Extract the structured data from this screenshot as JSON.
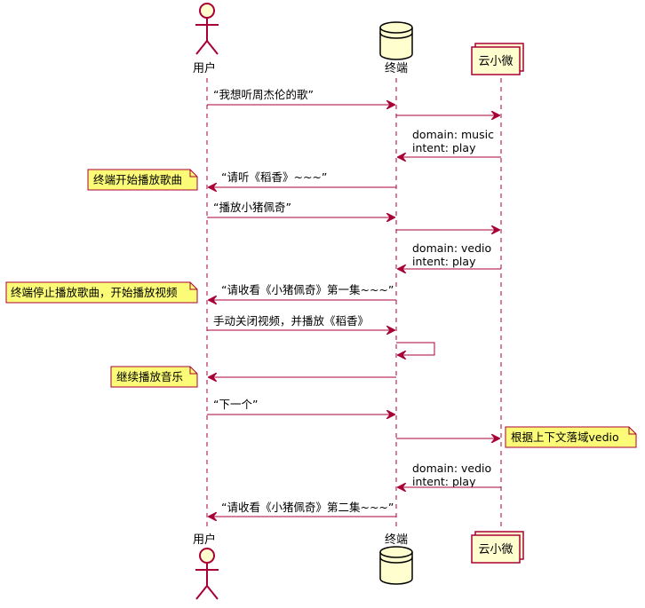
{
  "participants": {
    "user": {
      "label": "用户",
      "kind": "actor"
    },
    "terminal": {
      "label": "终端",
      "kind": "database"
    },
    "cloud": {
      "label": "云小微",
      "kind": "collections"
    }
  },
  "colors": {
    "participant_fill": "#FEFECE",
    "participant_border": "#A80036",
    "arrow": "#A80036",
    "note_fill": "#FBFB77",
    "note_border": "#A80036"
  },
  "messages": [
    {
      "text": "“我想听周杰伦的歌”"
    },
    {
      "text": ""
    },
    {
      "line1": "domain: music",
      "line2": "intent: play"
    },
    {
      "text": "“请听《稻香》~~~”",
      "note": "终端开始播放歌曲"
    },
    {
      "text": "“播放小猪佩奇”"
    },
    {
      "text": ""
    },
    {
      "line1": "domain: vedio",
      "line2": "intent: play"
    },
    {
      "text": "“请收看《小猪佩奇》第一集~~~”",
      "note": "终端停止播放歌曲，开始播放视频"
    },
    {
      "text": "手动关闭视频，并播放《稻香》"
    },
    {
      "text": ""
    },
    {
      "text": "",
      "note": "继续播放音乐"
    },
    {
      "text": "“下一个”"
    },
    {
      "text": "",
      "note": "根据上下文落域vedio"
    },
    {
      "line1": "domain: vedio",
      "line2": "intent: play"
    },
    {
      "text": "“请收看《小猪佩奇》第二集~~~”"
    }
  ]
}
